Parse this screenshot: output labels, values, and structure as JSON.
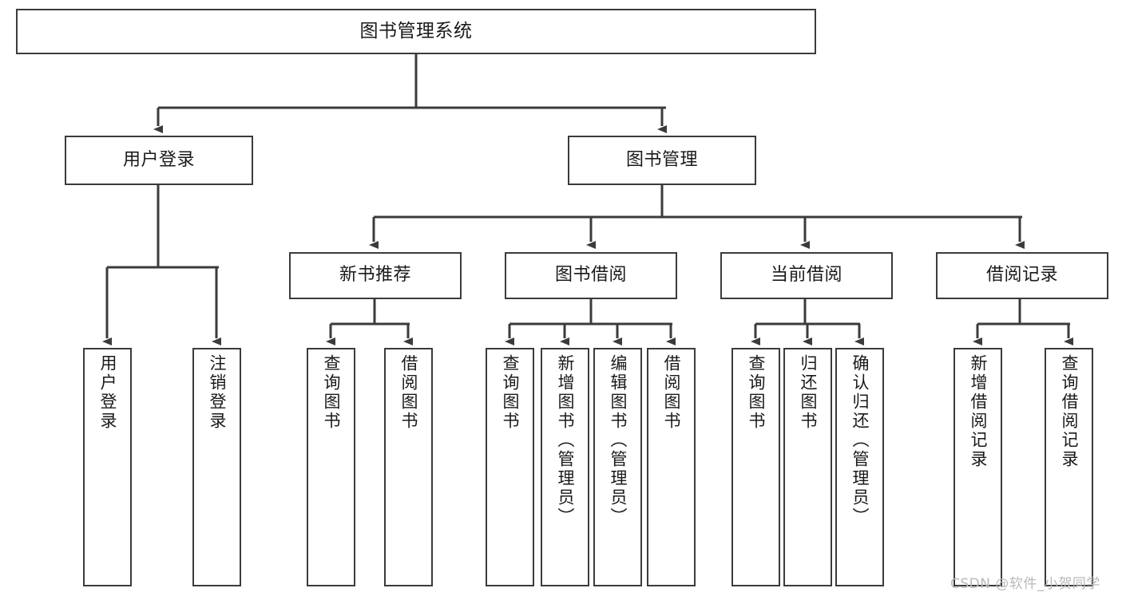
{
  "diagram": {
    "title": "图书管理系统",
    "type": "tree-hierarchy",
    "watermark": "CSDN @软件_小贺同学",
    "colors": {
      "stroke": "#3b3b3b",
      "fill": "#ffffff",
      "text": "#1a1a1a",
      "watermark": "#b9b9b9"
    },
    "nodes": {
      "root": {
        "label": "图书管理系统"
      },
      "level1": [
        {
          "id": "user-login",
          "label": "用户登录"
        },
        {
          "id": "book-manage",
          "label": "图书管理"
        }
      ],
      "level2": [
        {
          "id": "new-book-recommend",
          "label": "新书推荐"
        },
        {
          "id": "book-borrow",
          "label": "图书借阅"
        },
        {
          "id": "current-borrow",
          "label": "当前借阅"
        },
        {
          "id": "borrow-record",
          "label": "借阅记录"
        }
      ],
      "leaves": {
        "user_login": [
          {
            "id": "leaf-user-login",
            "label": "用户登录"
          },
          {
            "id": "leaf-logout-login",
            "label": "注销登录"
          }
        ],
        "new_book_recommend": [
          {
            "id": "leaf-query-book-1",
            "label": "查询图书"
          },
          {
            "id": "leaf-borrow-book-1",
            "label": "借阅图书"
          }
        ],
        "book_borrow": [
          {
            "id": "leaf-query-book-2",
            "label": "查询图书"
          },
          {
            "id": "leaf-add-book",
            "label": "新增图书（管理员）"
          },
          {
            "id": "leaf-edit-book",
            "label": "编辑图书（管理员）"
          },
          {
            "id": "leaf-borrow-book-2",
            "label": "借阅图书"
          }
        ],
        "current_borrow": [
          {
            "id": "leaf-query-book-3",
            "label": "查询图书"
          },
          {
            "id": "leaf-return-book",
            "label": "归还图书"
          },
          {
            "id": "leaf-confirm-return",
            "label": "确认归还（管理员）"
          }
        ],
        "borrow_record": [
          {
            "id": "leaf-add-record",
            "label": "新增借阅记录"
          },
          {
            "id": "leaf-query-record",
            "label": "查询借阅记录"
          }
        ]
      }
    }
  }
}
